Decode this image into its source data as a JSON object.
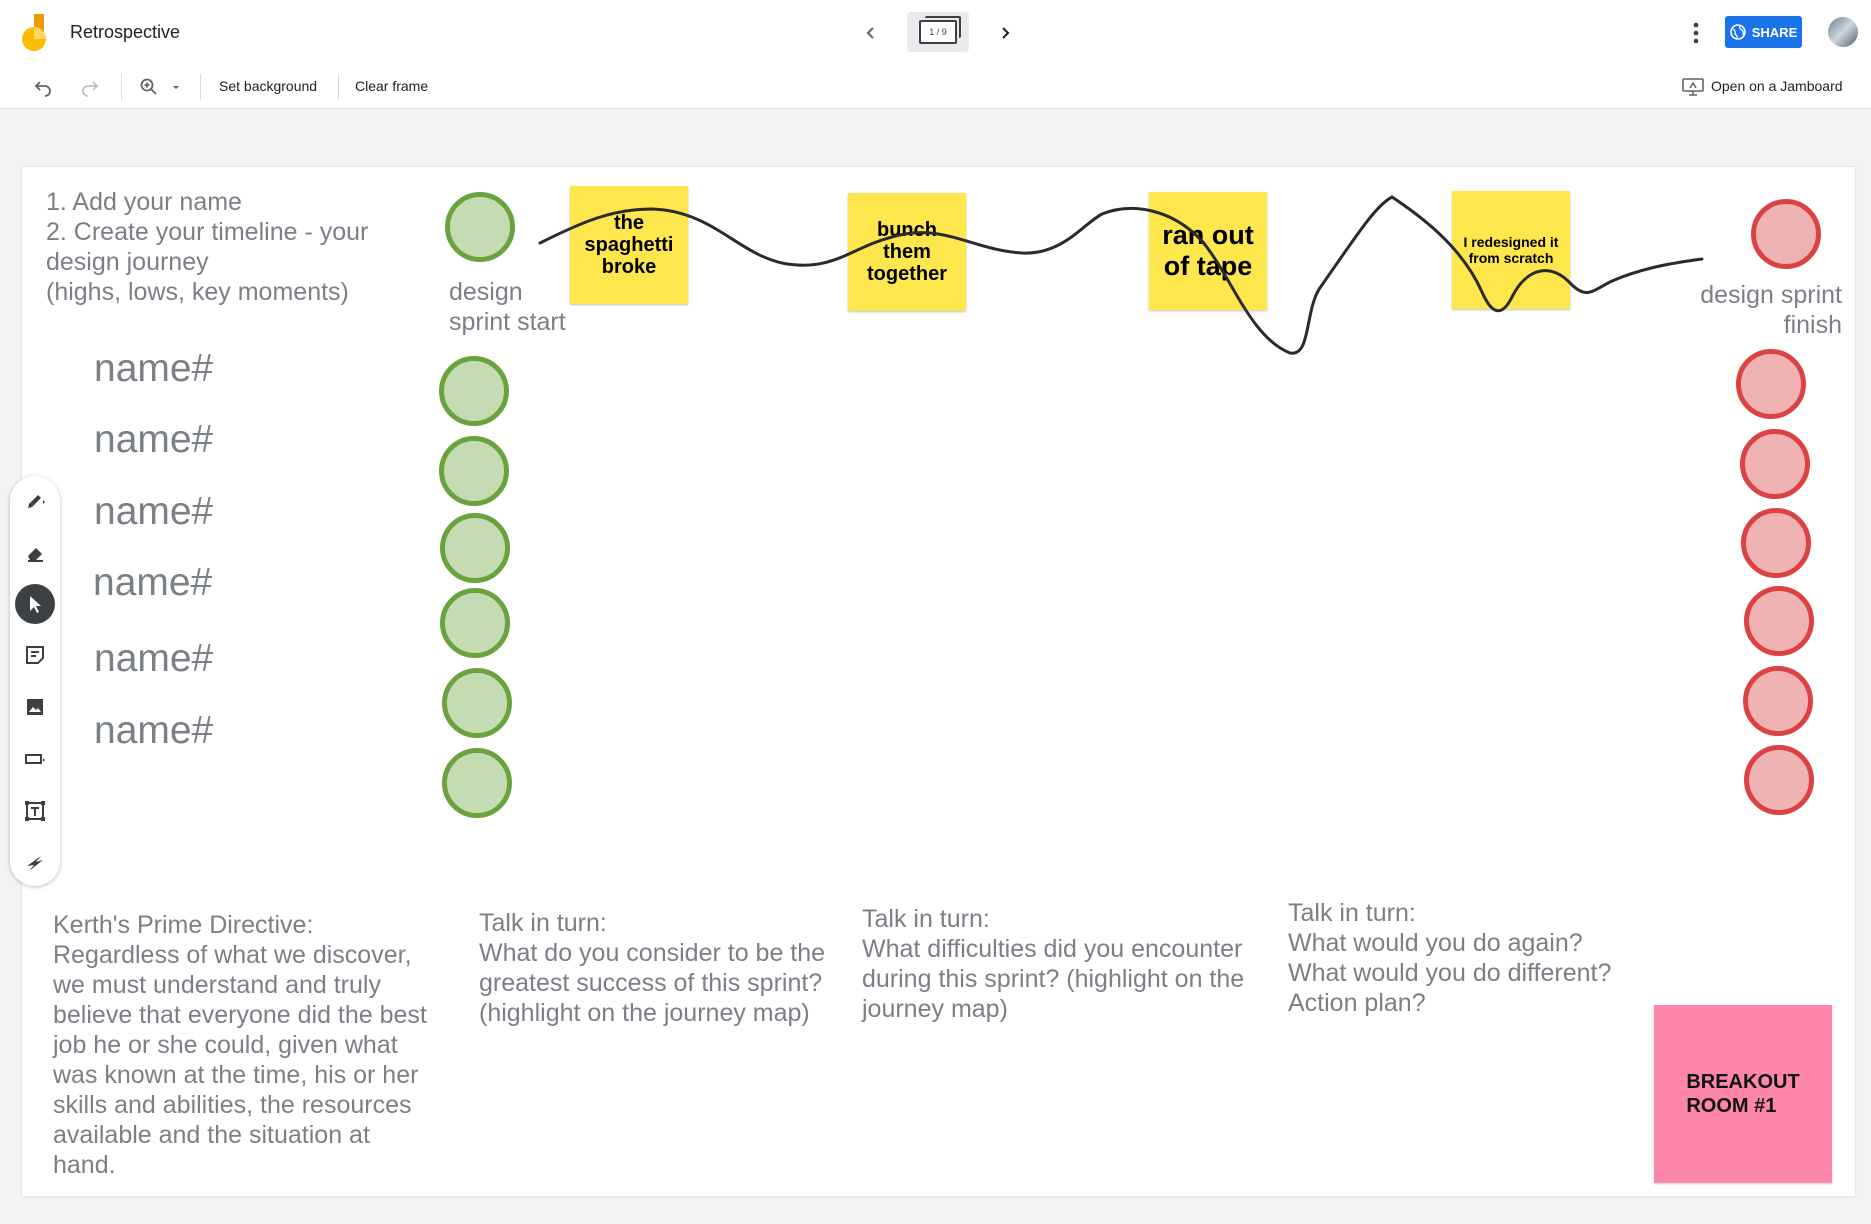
{
  "app": {
    "title": "Retrospective",
    "frame_indicator": "1 / 9",
    "share_label": "SHARE",
    "colors": {
      "share": "#1a73e8",
      "logo_orange": "#f9ab00",
      "logo_yellow": "#fbbc04"
    }
  },
  "toolbar": {
    "undo_icon": "undo-icon",
    "redo_icon": "redo-icon",
    "zoom_icon": "zoom-in-icon",
    "set_background": "Set background",
    "clear_frame": "Clear frame",
    "open_on_jamboard": "Open on a Jamboard"
  },
  "side_tools": [
    "pen-icon",
    "eraser-icon",
    "select-icon",
    "sticky-note-icon",
    "image-icon",
    "shape-icon",
    "text-box-icon",
    "laser-icon"
  ],
  "board": {
    "instructions": "1. Add your name\n2. Create your timeline - your\ndesign journey\n(highs, lows, key moments)",
    "start_label": "design\nsprint start",
    "finish_label": "design sprint\nfinish",
    "name_placeholders": [
      "name#",
      "name#",
      "name#",
      "name#",
      "name#",
      "name#"
    ],
    "stickies": [
      {
        "text": "the\nspaghetti\nbroke"
      },
      {
        "text": "bunch\nthem\ntogether"
      },
      {
        "text": "ran out\nof tape"
      },
      {
        "text": "I redesigned it\nfrom scratch"
      }
    ],
    "prime_directive": "Kerth's Prime Directive:\nRegardless of what we discover,\nwe must understand and truly\nbelieve that everyone did the best\njob he or she could, given what\nwas known at the time, his or her\nskills and abilities, the resources\navailable and the situation at\nhand.",
    "prompt_success": "Talk in turn:\nWhat do you consider to be the\ngreatest success of this sprint?\n(highlight on the journey map)",
    "prompt_difficulties": "Talk in turn:\nWhat difficulties did you encounter\nduring this sprint? (highlight on the\njourney map)",
    "prompt_next": "Talk in turn:\nWhat would you do again?\nWhat would you do different?\nAction plan?",
    "breakout_label": "BREAKOUT\nROOM #1",
    "colors": {
      "start_fill": "#c5dbb3",
      "start_stroke": "#6aa33d",
      "finish_fill": "#f0b3b3",
      "finish_stroke": "#dc4244",
      "sticky_yellow": "#fde74c",
      "sticky_pink": "#fe86aa"
    }
  }
}
